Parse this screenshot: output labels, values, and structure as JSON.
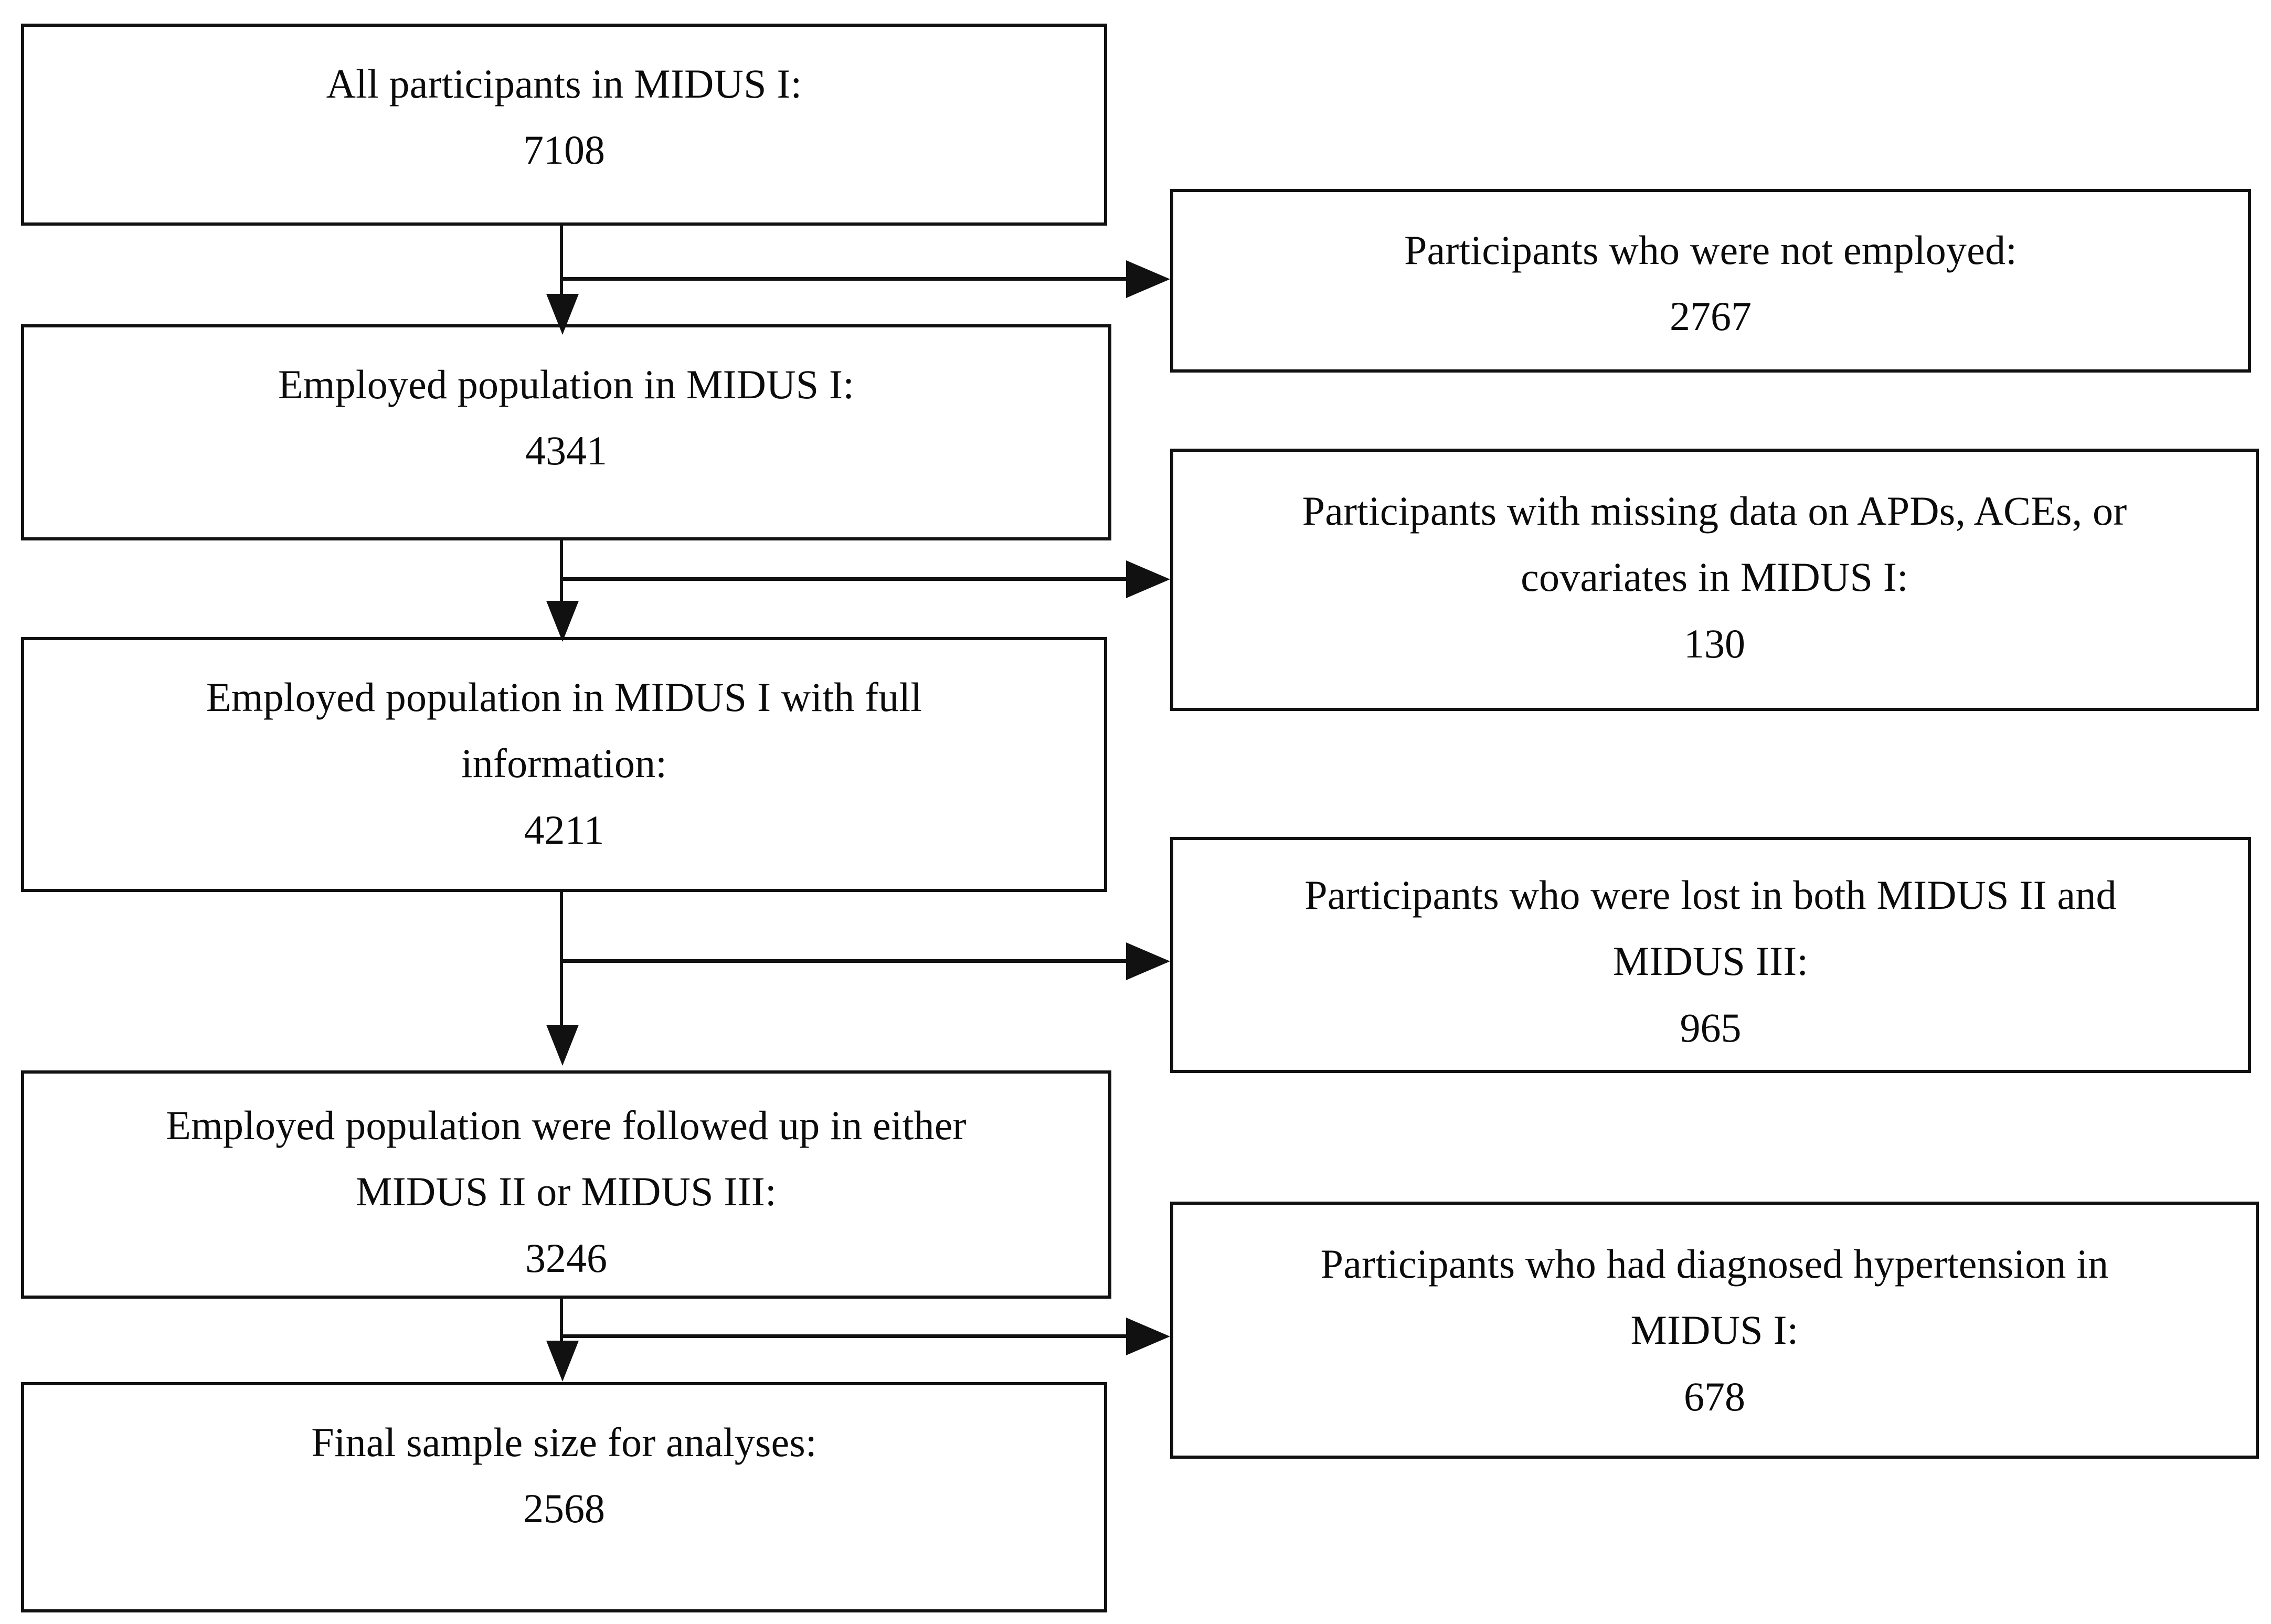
{
  "diagram": {
    "title": "Participant flow diagram for MIDUS study sample selection",
    "accent_color": "#111111",
    "background_color": "#ffffff"
  },
  "main_flow": [
    {
      "id": "all-participants",
      "line1": "All participants in MIDUS I:",
      "line2": "",
      "count": "7108"
    },
    {
      "id": "employed-population",
      "line1": "Employed population in MIDUS I:",
      "line2": "",
      "count": "4341"
    },
    {
      "id": "employed-full-information",
      "line1": "Employed population in MIDUS I with full",
      "line2": "information:",
      "count": "4211"
    },
    {
      "id": "followed-up",
      "line1": "Employed population were followed up in either",
      "line2": "MIDUS II or MIDUS III:",
      "count": "3246"
    },
    {
      "id": "final-sample",
      "line1": "Final sample size for analyses:",
      "line2": "",
      "count": "2568"
    }
  ],
  "exclusions": [
    {
      "id": "not-employed",
      "line1": "Participants who were not employed:",
      "line2": "",
      "count": "2767"
    },
    {
      "id": "missing-data",
      "line1": "Participants with missing data on APDs, ACEs, or",
      "line2": "covariates in MIDUS I:",
      "count": "130"
    },
    {
      "id": "lost-to-followup",
      "line1": "Participants who were lost in both MIDUS II and",
      "line2": "MIDUS III:",
      "count": "965"
    },
    {
      "id": "diagnosed-hypertension",
      "line1": "Participants who had diagnosed hypertension in",
      "line2": "MIDUS I:",
      "count": "678"
    }
  ]
}
